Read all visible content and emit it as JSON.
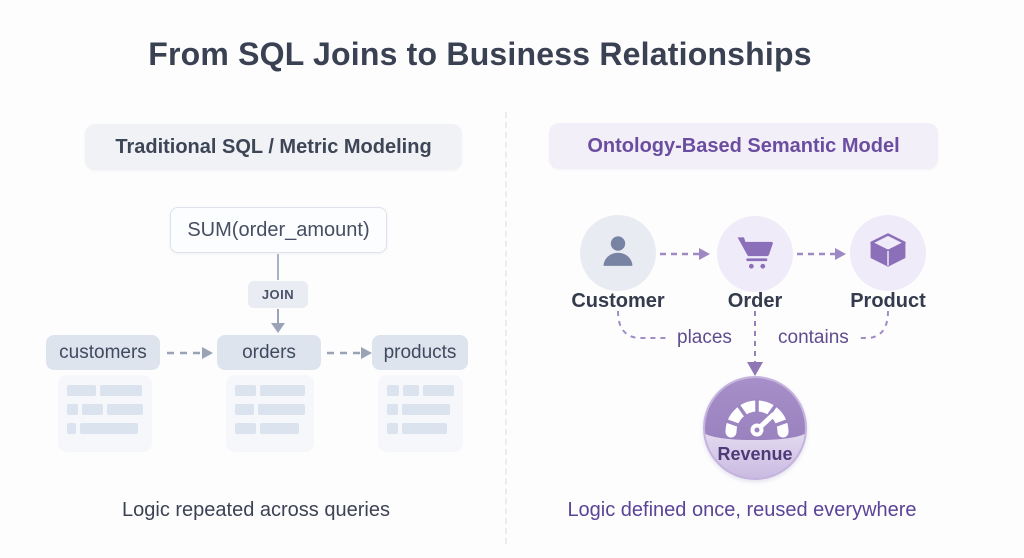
{
  "title": "From SQL Joins to Business Relationships",
  "left_panel": {
    "header": "Traditional SQL / Metric Modeling",
    "metric_formula": "SUM(order_amount)",
    "join_label": "JOIN",
    "tables": [
      {
        "name": "customers"
      },
      {
        "name": "orders"
      },
      {
        "name": "products"
      }
    ],
    "caption": "Logic repeated across queries"
  },
  "right_panel": {
    "header": "Ontology-Based Semantic Model",
    "entities": [
      {
        "name": "Customer",
        "icon": "person-icon"
      },
      {
        "name": "Order",
        "icon": "shopping-cart-icon"
      },
      {
        "name": "Product",
        "icon": "box-icon"
      }
    ],
    "relationships": [
      {
        "label": "places"
      },
      {
        "label": "contains"
      }
    ],
    "metric": {
      "name": "Revenue",
      "icon": "gauge-icon"
    },
    "caption": "Logic defined once, reused everywhere"
  },
  "colors": {
    "purple_accent": "#8b6fb8",
    "slate_text": "#3a4152",
    "table_fill": "#dee4ee",
    "gauge_purple": "#9c85c1"
  }
}
